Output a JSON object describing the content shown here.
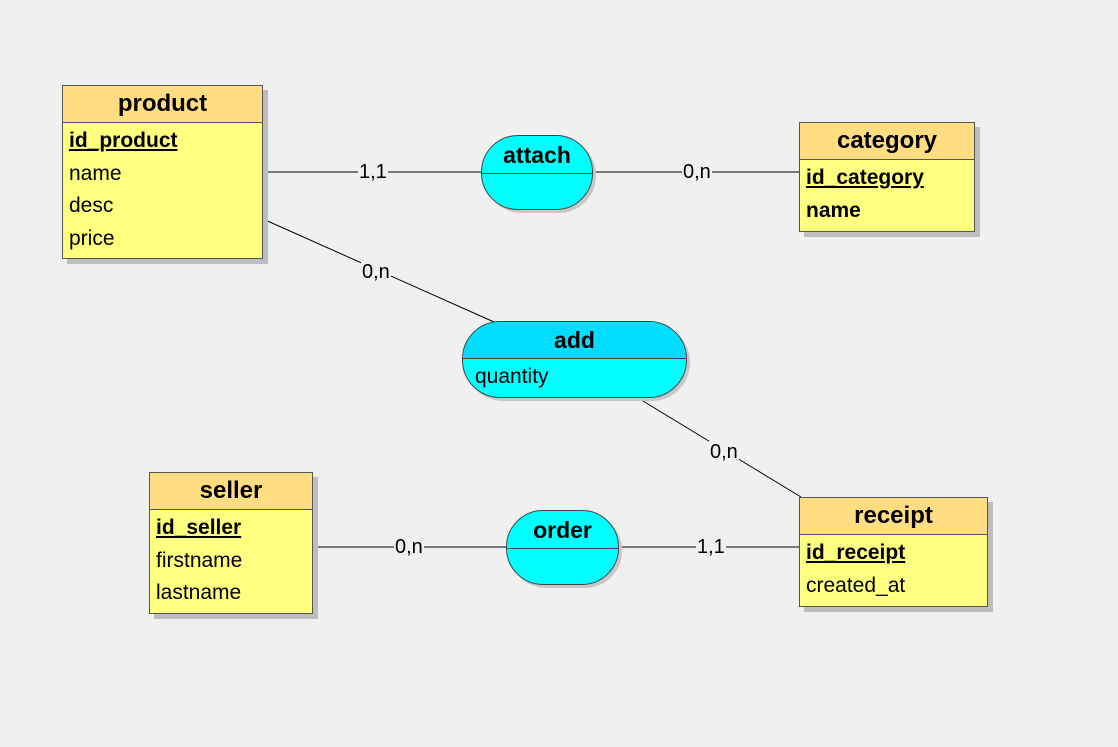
{
  "entities": {
    "product": {
      "name": "product",
      "attributes": [
        {
          "label": "id_product",
          "key": true
        },
        {
          "label": "name",
          "key": false
        },
        {
          "label": "desc",
          "key": false
        },
        {
          "label": "price",
          "key": false
        }
      ]
    },
    "category": {
      "name": "category",
      "attributes": [
        {
          "label": "id_category",
          "key": true
        },
        {
          "label": "name",
          "key": false,
          "bold": true
        }
      ]
    },
    "seller": {
      "name": "seller",
      "attributes": [
        {
          "label": "id_seller",
          "key": true
        },
        {
          "label": "firstname",
          "key": false
        },
        {
          "label": "lastname",
          "key": false
        }
      ]
    },
    "receipt": {
      "name": "receipt",
      "attributes": [
        {
          "label": "id_receipt",
          "key": true
        },
        {
          "label": "created_at",
          "key": false
        }
      ]
    }
  },
  "associations": {
    "attach": {
      "name": "attach",
      "attributes": []
    },
    "add": {
      "name": "add",
      "attributes": [
        "quantity"
      ]
    },
    "order": {
      "name": "order",
      "attributes": []
    }
  },
  "cardinalities": {
    "product_attach": "1,1",
    "attach_category": "0,n",
    "product_add": "0,n",
    "add_receipt": "0,n",
    "seller_order": "0,n",
    "order_receipt": "1,1"
  },
  "colors": {
    "background": "#f0f0f0",
    "entity_header": "#ffdd80",
    "entity_body": "#ffff80",
    "association_fill": "#00ffff",
    "association_header_add": "#00ddff"
  }
}
